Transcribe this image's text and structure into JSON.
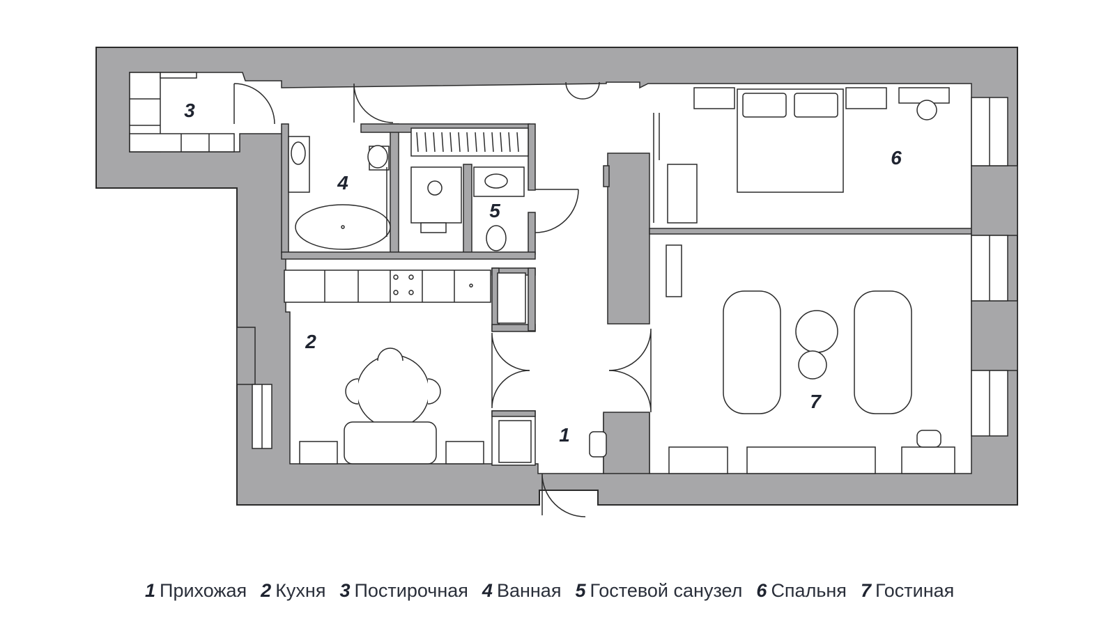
{
  "wall_color": "#a7a7a9",
  "line_color": "#2a2a2a",
  "rooms": [
    {
      "number": "1",
      "name": "Прихожая"
    },
    {
      "number": "2",
      "name": "Кухня"
    },
    {
      "number": "3",
      "name": "Постирочная"
    },
    {
      "number": "4",
      "name": "Ванная"
    },
    {
      "number": "5",
      "name": "Гостевой санузел"
    },
    {
      "number": "6",
      "name": "Спальня"
    },
    {
      "number": "7",
      "name": "Гостиная"
    }
  ]
}
